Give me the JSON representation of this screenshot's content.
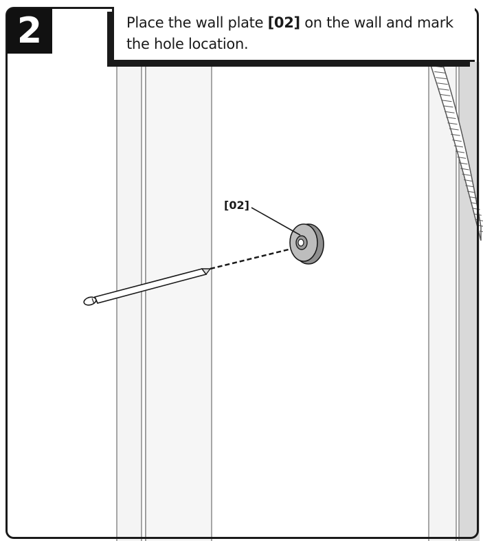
{
  "step": {
    "number": "2"
  },
  "instruction": {
    "text_before": "Place the wall plate ",
    "part_ref": "[02]",
    "text_after": " on the wall and mark the hole location."
  },
  "callout": {
    "label": "[02]"
  },
  "icons": [
    "pencil-icon",
    "wall-plate-icon"
  ],
  "colors": {
    "outline": "#1a1a1a",
    "badge": "#111111",
    "wall": "#f2f2f2",
    "plate": "#b5b5b5"
  }
}
